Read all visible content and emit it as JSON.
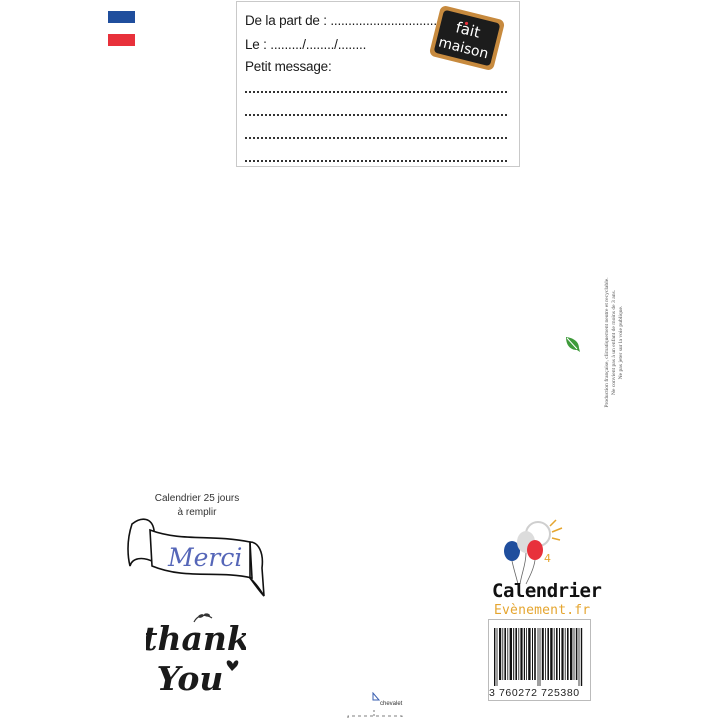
{
  "card": {
    "from_label": "De la part de : ..............................",
    "date_label": "Le : ........./......../........",
    "message_label": "Petit message:",
    "badge_line1": "fait",
    "badge_line2": "maison"
  },
  "legal": {
    "line1": "Production française, climatiquement neutre et recyclable.",
    "line2": "Ne convient pas à un enfant de moins de 3 ans.",
    "line3": "Ne pas jeter sur la voie publique."
  },
  "calendrier": {
    "title_line1": "Calendrier 25 jours",
    "title_line2": "à remplir",
    "banner_text": "Merci",
    "thank_text": "thank",
    "you_text": "You"
  },
  "brand": {
    "name": "Calendrier",
    "domain": "Evènement.fr",
    "barcode_number": "3 760272 725380"
  },
  "footer": {
    "cheval_label": "chevalet"
  },
  "colors": {
    "flag_blue": "#1f4e9d",
    "flag_red": "#e8313b",
    "brand_gold": "#e5a52f",
    "merci_blue": "#5566b8"
  }
}
